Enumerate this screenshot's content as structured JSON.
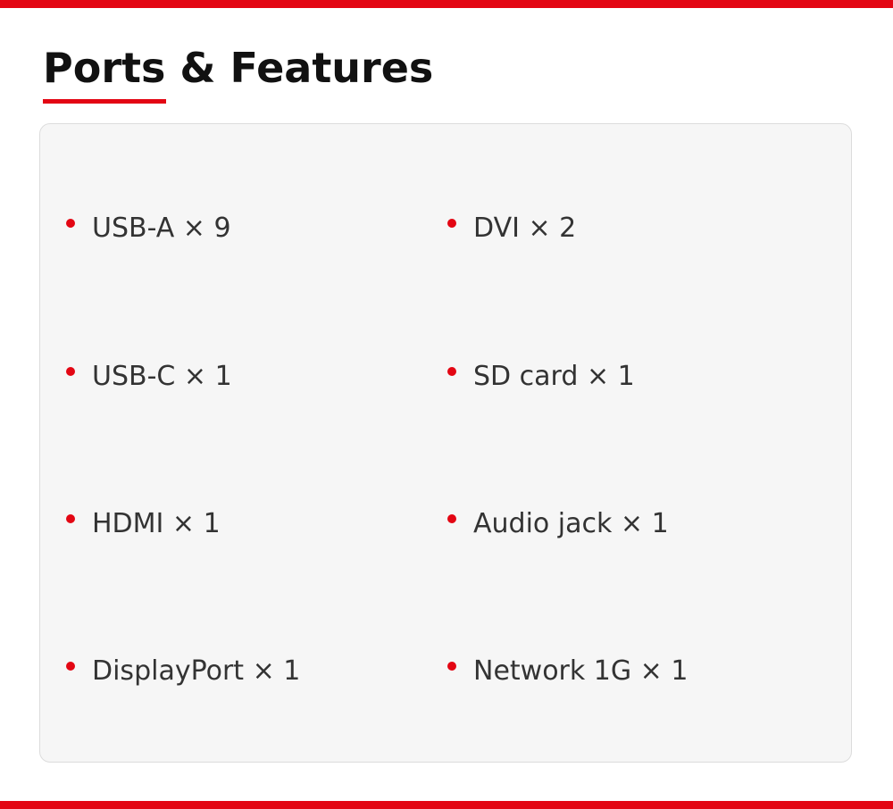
{
  "header": {
    "title": "Ports & Features"
  },
  "features": {
    "left": [
      {
        "label": "USB-A × 9"
      },
      {
        "label": "USB-C × 1"
      },
      {
        "label": "HDMI × 1"
      },
      {
        "label": "DisplayPort × 1"
      }
    ],
    "right": [
      {
        "label": "DVI × 2"
      },
      {
        "label": "SD card × 1"
      },
      {
        "label": "Audio jack × 1"
      },
      {
        "label": "Network 1G × 1"
      }
    ]
  },
  "colors": {
    "accent": "#e30613",
    "card_background": "#f6f6f6",
    "title_text": "#111111",
    "body_text": "#333333"
  }
}
